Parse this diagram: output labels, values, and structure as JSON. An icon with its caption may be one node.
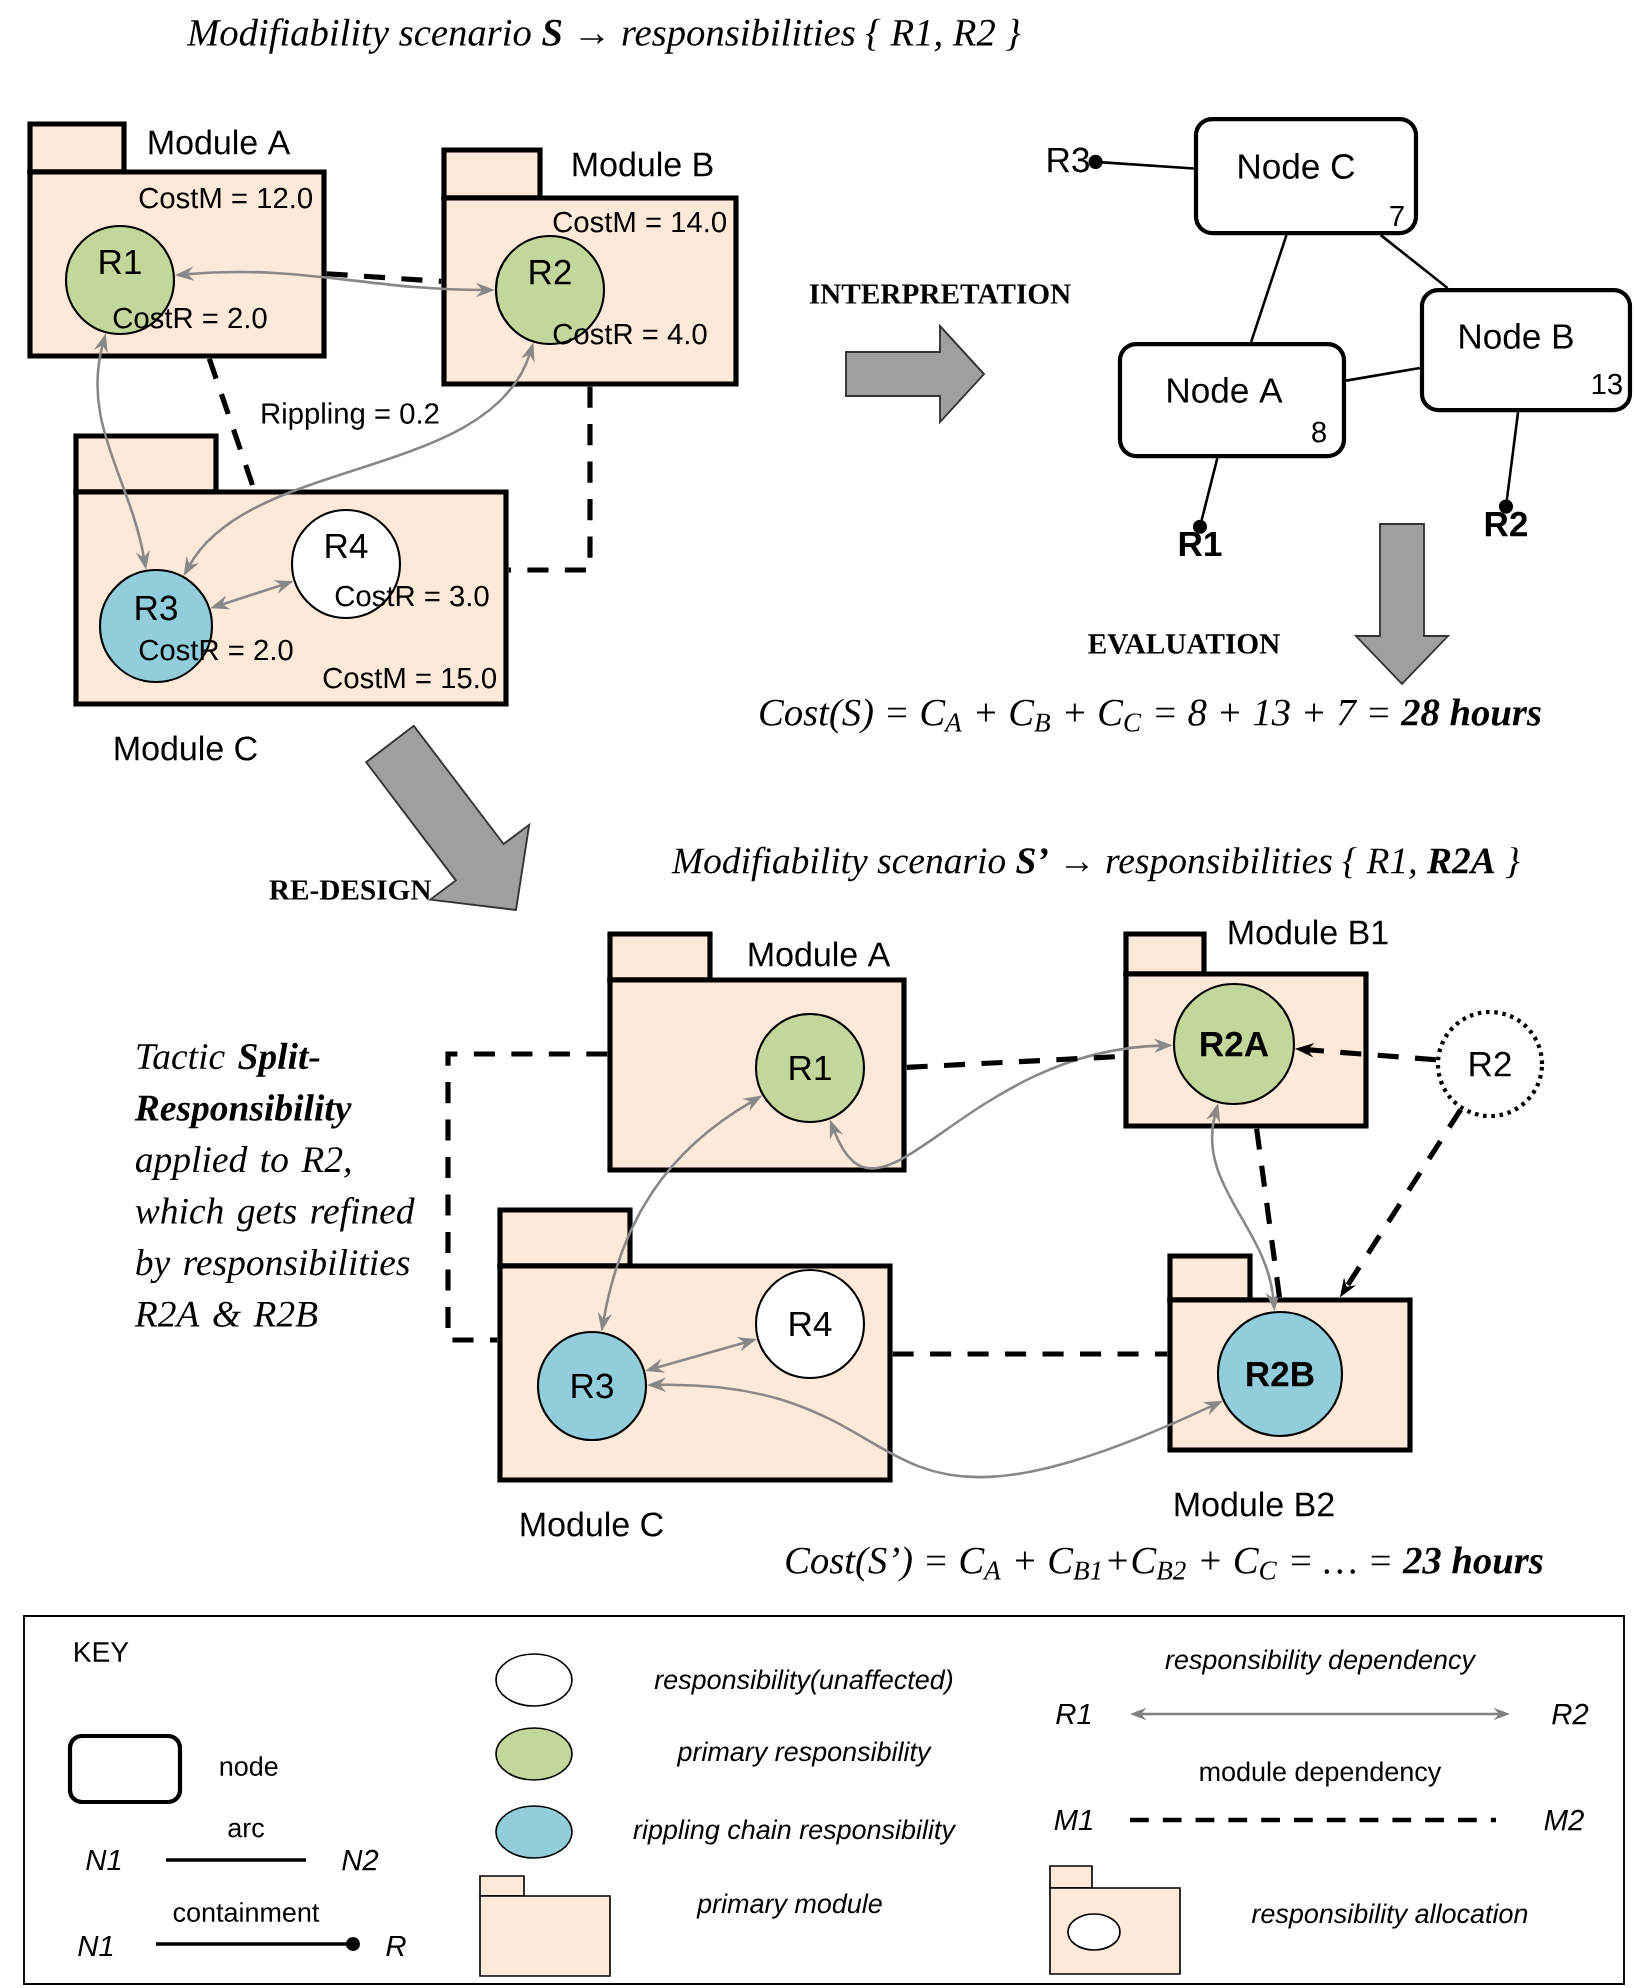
{
  "diagram": {
    "title": "Modifiability scenario **S** → responsibilities { R1, R2 }",
    "nodes": [
      {
        "text": [
          "Module A",
          "CostM = 12.0"
        ]
      },
      {
        "text": [
          "R1",
          "CostR = 2.0"
        ],
        "in": 0
      },
      {
        "text": [
          "Module B",
          "CostM = 14.0"
        ]
      },
      {
        "text": [
          "R2",
          "CostR = 4.0"
        ],
        "in": 2
      },
      {
        "text": [
          "Module C",
          "CostM = 15.0"
        ]
      },
      {
        "text": [
          "R3",
          "CostR = 2.0"
        ],
        "in": 4
      },
      {
        "text": [
          "R4",
          "CostR = 3.0"
        ],
        "in": 4
      },
      {
        "text": [
          "Node C",
          "7"
        ]
      },
      {
        "text": [
          "Node A",
          "8"
        ]
      },
      {
        "text": [
          "Node B",
          "13"
        ]
      },
      {
        "text": [
          "R3"
        ]
      },
      {
        "text": [
          "R1"
        ]
      },
      {
        "text": [
          "R2"
        ]
      },
      {
        "text": [
          "Module A"
        ]
      },
      {
        "text": [
          "R1"
        ],
        "in": 13
      },
      {
        "text": [
          "Module B1"
        ]
      },
      {
        "text": [
          "R2A"
        ],
        "in": 15
      },
      {
        "text": [
          "R2"
        ]
      },
      {
        "text": [
          "Module C"
        ]
      },
      {
        "text": [
          "R3"
        ],
        "in": 18
      },
      {
        "text": [
          "R4"
        ],
        "in": 18
      },
      {
        "text": [
          "Module B2"
        ]
      },
      {
        "text": [
          "R2B"
        ],
        "in": 21
      }
    ],
    "edges": [
      {
        "from": 1,
        "to": 3,
        "arrow": "both",
        "color": "#888888"
      },
      {
        "from": 1,
        "to": 5,
        "arrow": "both",
        "color": "#888888"
      },
      {
        "from": 3,
        "to": 5,
        "arrow": "both",
        "color": "#888888",
        "label": "Rippling = 0.2"
      },
      {
        "from": 5,
        "to": 6,
        "arrow": "both",
        "color": "#888888"
      },
      {
        "from": 0,
        "to": 2,
        "arrow": "none",
        "style": "dashed"
      },
      {
        "from": 0,
        "to": 4,
        "arrow": "none",
        "style": "dashed"
      },
      {
        "from": 2,
        "to": 4,
        "arrow": "none",
        "style": "dashed"
      },
      {
        "from": 7,
        "to": 8,
        "arrow": "none"
      },
      {
        "from": 7,
        "to": 9,
        "arrow": "none"
      },
      {
        "from": 8,
        "to": 9,
        "arrow": "none"
      },
      {
        "from": 7,
        "to": 10,
        "arrow": "other"
      },
      {
        "from": 8,
        "to": 11,
        "arrow": "other"
      },
      {
        "from": 9,
        "to": 12,
        "arrow": "other"
      },
      {
        "from": 14,
        "to": 19,
        "arrow": "both",
        "color": "#888888"
      },
      {
        "from": 14,
        "to": 16,
        "arrow": "both",
        "color": "#888888"
      },
      {
        "from": 16,
        "to": 22,
        "arrow": "both",
        "color": "#888888"
      },
      {
        "from": 19,
        "to": 20,
        "arrow": "both",
        "color": "#888888"
      },
      {
        "from": 19,
        "to": 22,
        "arrow": "both",
        "color": "#888888"
      },
      {
        "from": 13,
        "to": 15,
        "arrow": "none",
        "style": "dashed"
      },
      {
        "from": 13,
        "to": 18,
        "arrow": "none",
        "style": "dashed"
      },
      {
        "from": 18,
        "to": 21,
        "arrow": "none",
        "style": "dashed"
      },
      {
        "from": 15,
        "to": 21,
        "arrow": "none",
        "style": "dashed"
      },
      {
        "from": 17,
        "to": 16,
        "arrow": "to",
        "style": "dashed"
      },
      {
        "from": 17,
        "to": 21,
        "arrow": "to",
        "style": "dashed"
      }
    ],
    "labels": [
      "INTERPRETATION",
      "EVALUATION",
      "Cost(S) = C$_{A}$ + C$_{B}$ + C$_{C}$ = 8 + 13 + 7 = **28 hours**",
      "RE-DESIGN",
      "Modifiability scenario **S’** → responsibilities { R1, **R2A** }",
      "Tactic **Split-Responsibility** applied to R2, which gets refined by responsibilities R2A & R2B",
      "Cost(S’) = C$_{A}$ + C$_{B1}$+C$_{B2}$ + C$_{C}$ = … = **23 hours**",
      "KEY",
      "N1",
      "N2",
      "N1",
      "R",
      "R1",
      "R2",
      "M1",
      "M2"
    ],
    "legend": [
      {
        "text": "node"
      },
      {
        "text": "arc"
      },
      {
        "text": "containment"
      },
      {
        "text": "responsibility(unaffected)"
      },
      {
        "text": "primary responsibility",
        "color": "#c3d69b"
      },
      {
        "text": "rippling chain responsibility",
        "color": "#92cddc"
      },
      {
        "text": "primary module"
      },
      {
        "text": "responsibility dependency"
      },
      {
        "text": "module dependency"
      },
      {
        "text": "responsibility allocation"
      }
    ]
  }
}
